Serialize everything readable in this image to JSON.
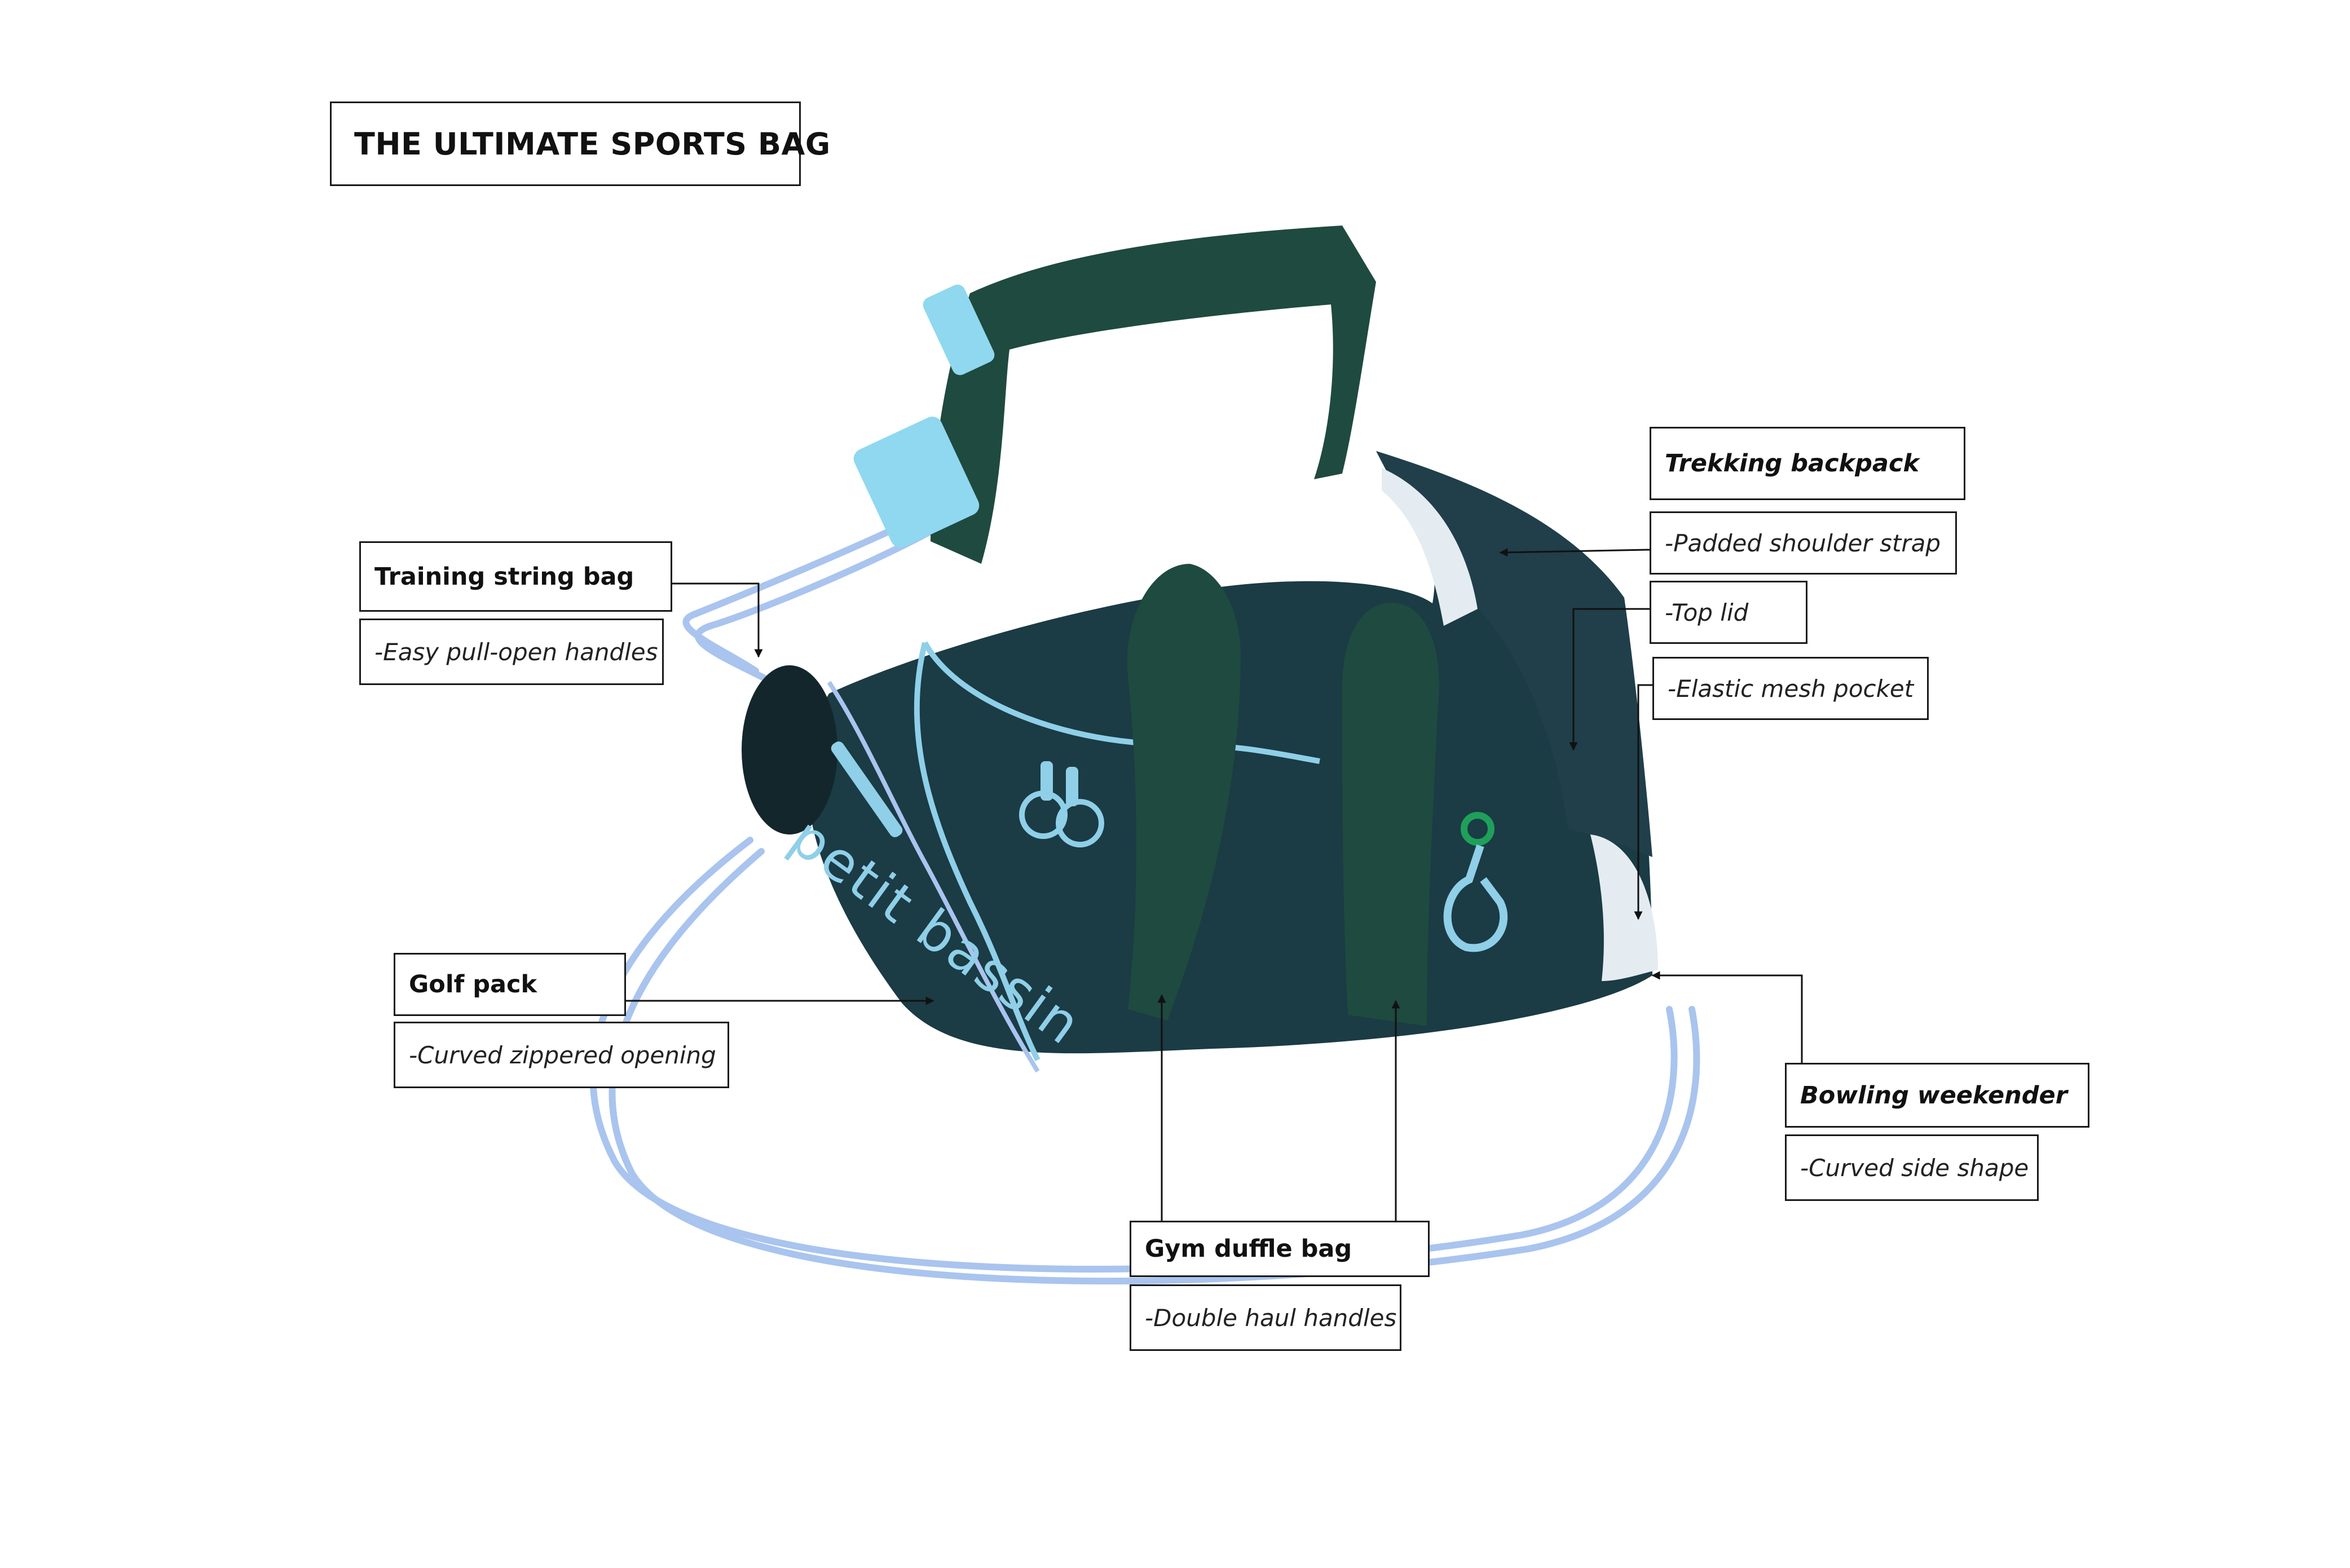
{
  "title": "THE ULTIMATE SPORTS BAG",
  "brand": "petit bassin",
  "colors": {
    "bag": "#1b3b45",
    "strap": "#1f4a3f",
    "accent": "#8fcfe8",
    "cord": "#a9c4ee",
    "mesh": "#e4ecf1"
  },
  "labels": {
    "trekking": {
      "heading": "Trekking backpack",
      "features": [
        "-Padded shoulder strap",
        "-Top lid",
        "-Elastic mesh pocket"
      ]
    },
    "training": {
      "heading": "Training string bag",
      "features": [
        "-Easy pull-open handles"
      ]
    },
    "golf": {
      "heading": "Golf pack",
      "features": [
        "-Curved zippered opening"
      ]
    },
    "bowling": {
      "heading": "Bowling weekender",
      "features": [
        "-Curved side shape"
      ]
    },
    "gym": {
      "heading": "Gym duffle bag",
      "features": [
        "-Double haul handles"
      ]
    }
  }
}
